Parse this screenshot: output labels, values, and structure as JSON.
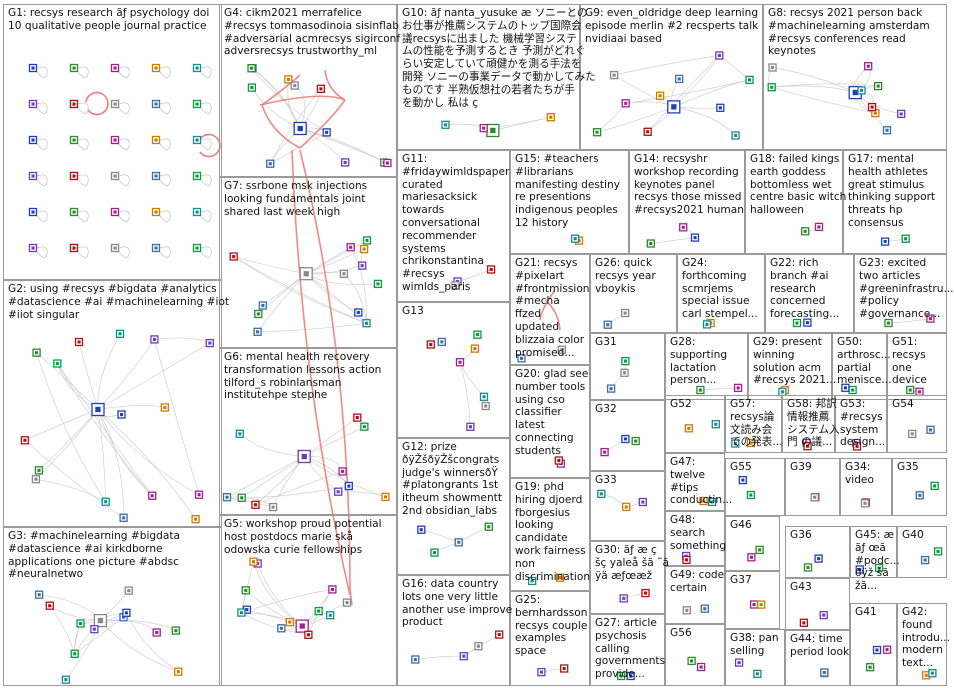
{
  "groups": [
    {
      "id": "G1",
      "label": "G1: recsys research ãƒ psychology doi\n10 qualitative people journal practice"
    },
    {
      "id": "G2",
      "label": "G2: using #recsys #bigdata #analytics\n#datascience #ai #machinelearning #iot\n#iiot singular"
    },
    {
      "id": "G3",
      "label": "G3: #machinelearning #bigdata\n#datascience #ai kirkdborne\napplications one picture #abdsc\n#neuralnetwo"
    },
    {
      "id": "G4",
      "label": "G4: cikm2021 merrafelice\n#recsys tommasodinoia sisinflab\n#adversarial acmrecsys sigirconf\nadversrecsys trustworthy_ml"
    },
    {
      "id": "G5",
      "label": "G5: workshop proud potential\nhost postdocs marie skå\nodowska curie fellowships"
    },
    {
      "id": "G6",
      "label": "G6: mental health recovery\ntransformation lessons action\ntilford_s robinlansman\ninstitutehpe stephe"
    },
    {
      "id": "G7",
      "label": "G7: ssrbone msk injections\nlooking fundamentals joint\nshared last week high"
    },
    {
      "id": "G8",
      "label": "G8: recsys 2021 person back\n#machinelearning amsterdam\n#recsys conferences read\nkeynotes"
    },
    {
      "id": "G9",
      "label": "G9: even_oldridge deep learning\nepisode merlin #2 recsperts talk\nnvidiaai based"
    },
    {
      "id": "G10",
      "label": "G10: ãƒ nanta_yusuke æ ソニーとの\nお仕事が推薦システムのトップ国際会\n議recsysに出ました 機械学習システ\nムの性能を予測するとき 予測がどれぐ\nらい安定していて頑健かを測る手法を\n開発 ソニーの事業データで動かしてみた\nものです 半熟仮想社の若者たちが手\nを動かし 私は ç"
    },
    {
      "id": "G11",
      "label": "G11:\n#fridaywimldspaper\ncurated\nmariesacksick\ntowards\nconversational\nrecommender\nsystems\nchrikonstantina\n#recsys\nwimlds_paris"
    },
    {
      "id": "G12",
      "label": "G12: prize\nðÿŽšðÿŽšcongrats\njudge's winnersðŸ\n#platongrants 1st\nitheum showmentt\n2nd obsidian_labs"
    },
    {
      "id": "G13",
      "label": "G13"
    },
    {
      "id": "G14",
      "label": "G14: recsyshr\nworkshop recording\nkeynotes panel\nrecsys those missed\n#recsys2021 human"
    },
    {
      "id": "G15",
      "label": "G15: #teachers\n#librarians\nmanifesting destiny\nre presentions\nindigenous peoples\n12 history"
    },
    {
      "id": "G16",
      "label": "G16: data country\nlots one very little\nanother use improve\nproduct"
    },
    {
      "id": "G17",
      "label": "G17: mental\nhealth athletes\ngreat stimulus\nthinking support\nthreats hp\nconsensus"
    },
    {
      "id": "G18",
      "label": "G18: failed kings\nearth goddess\nbottomless wet\ncentre basic witch\nhalloween"
    },
    {
      "id": "G19",
      "label": "G19: phd\nhiring djoerd\nfborgesius\nlooking\ncandidate\nwork fairness\nnon\ndiscrimination"
    },
    {
      "id": "G20",
      "label": "G20: glad see\nnumber tools\nusing cso\nclassifier\nlatest\nconnecting\nstudents"
    },
    {
      "id": "G21",
      "label": "G21: recsys\n#pixelart\n#frontmission\n#mecha\nffzed\nupdated\nblizzaia color\npromised..."
    },
    {
      "id": "G22",
      "label": "G22: rich\nbranch #ai\nresearch\nconcerned\nforecasting..."
    },
    {
      "id": "G23",
      "label": "G23: excited\ntwo articles\n#greeninfrastru...\n#policy\n#governance..."
    },
    {
      "id": "G24",
      "label": "G24:\nforthcoming\nscmrjems\nspecial issue\ncarl stempel..."
    },
    {
      "id": "G25",
      "label": "G25:\nbernhardsson\nrecsys couple\nexamples\nspace"
    },
    {
      "id": "G26",
      "label": "G26: quick\nrecsys year\nvboykis"
    },
    {
      "id": "G27",
      "label": "G27: article\npsychosis\ncalling\ngovernments\nprovide..."
    },
    {
      "id": "G28",
      "label": "G28:\nsupporting\nlactation\nperson..."
    },
    {
      "id": "G29",
      "label": "G29: present\nwinning\nsolution acm\n#recsys 2021..."
    },
    {
      "id": "G30",
      "label": "G30: ãƒ æ ç\nšç yaleå šã ˜ã\nÿä æƒœæž"
    },
    {
      "id": "G31",
      "label": "G31"
    },
    {
      "id": "G32",
      "label": "G32"
    },
    {
      "id": "G33",
      "label": "G33"
    },
    {
      "id": "G34",
      "label": "G34:\nvideo"
    },
    {
      "id": "G35",
      "label": "G35"
    },
    {
      "id": "G36",
      "label": "G36"
    },
    {
      "id": "G37",
      "label": "G37"
    },
    {
      "id": "G38",
      "label": "G38: pan\nselling"
    },
    {
      "id": "G39",
      "label": "G39"
    },
    {
      "id": "G40",
      "label": "G40"
    },
    {
      "id": "G41",
      "label": "G41"
    },
    {
      "id": "G42",
      "label": "G42:\nfound\nintrodu...\nmodern\ntext..."
    },
    {
      "id": "G43",
      "label": "G43"
    },
    {
      "id": "G44",
      "label": "G44: time\nperiod look"
    },
    {
      "id": "G45",
      "label": "G45: æ\nãƒ œã\n#podc...\nðÿž šã\nžã..."
    },
    {
      "id": "G46",
      "label": "G46"
    },
    {
      "id": "G47",
      "label": "G47:\ntwelve\n#tips\nconductin..."
    },
    {
      "id": "G48",
      "label": "G48:\nsearch\nsomething"
    },
    {
      "id": "G49",
      "label": "G49: code\ncertain"
    },
    {
      "id": "G50",
      "label": "G50:\narthrosc...\npartial\nmenisce..."
    },
    {
      "id": "G51",
      "label": "G51:\nrecsys\none\ndevice"
    },
    {
      "id": "G52",
      "label": "G52"
    },
    {
      "id": "G53",
      "label": "G53:\n#recsys\nsystem\ndesign..."
    },
    {
      "id": "G54",
      "label": "G54"
    },
    {
      "id": "G55",
      "label": "G55"
    },
    {
      "id": "G56",
      "label": "G56"
    },
    {
      "id": "G57",
      "label": "G57:\nrecsys論\n文読み会\nでの発表..."
    },
    {
      "id": "G58",
      "label": "G58: 邦訳\n情報推薦\nシステム入\n門 の議..."
    }
  ],
  "colors": {
    "frame": "#9a9a9a",
    "edge": "#c8c8c8",
    "edge_highlight": "#f07c7c",
    "node_fill": [
      "#1f3fb8",
      "#2a8a2a",
      "#a0208f",
      "#d07a00",
      "#1a8a8a",
      "#6a3cc0",
      "#b01010",
      "#888888",
      "#3a6ea5",
      "#0a9a40"
    ],
    "node_border": "#5a5a5a",
    "text": "#111111"
  }
}
